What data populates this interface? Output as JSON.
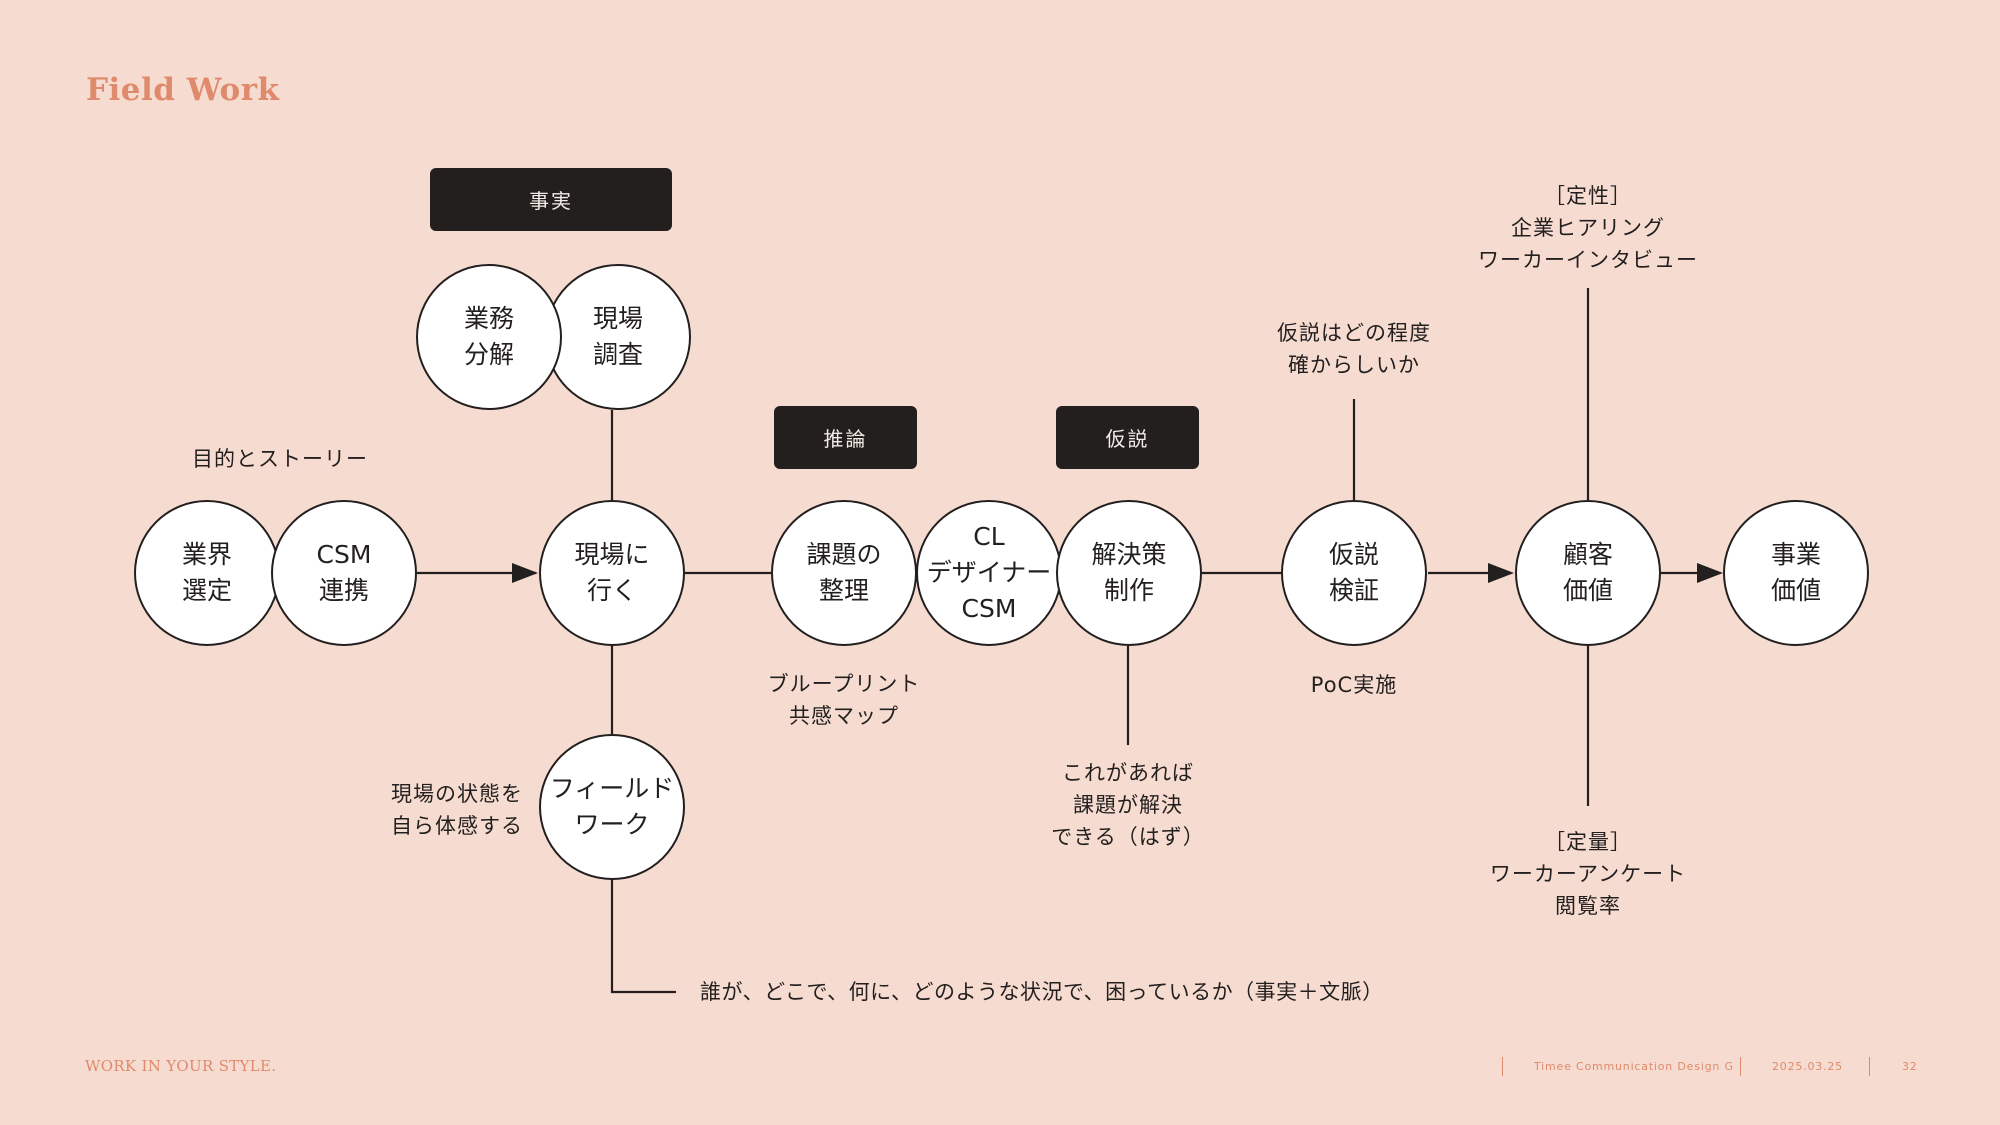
{
  "title": "Field Work",
  "colors": {
    "background": "#f6dcd0",
    "accent": "#df8a6c",
    "ink": "#231f1f",
    "node_fill": "#ffffff"
  },
  "tags": {
    "fact": "事実",
    "inference": "推論",
    "hypothesis": "仮説"
  },
  "nodes": {
    "industry": "業界\n選定",
    "csm": "CSM\n連携",
    "go_site": "現場に\n行く",
    "business": "業務\n分解",
    "survey": "現場\n調査",
    "fieldwork": "フィールド\nワーク",
    "issues": "課題の\n整理",
    "team": "CL\nデザイナー\nCSM",
    "solution": "解決策\n制作",
    "verify": "仮説\n検証",
    "customer_value": "顧客\n価値",
    "business_value": "事業\n価値"
  },
  "notes": {
    "purpose": "目的とストーリー",
    "experience": "現場の状態を\n自ら体感する",
    "context": "誰が、どこで、何に、どのような状況で、困っているか（事実＋文脈）",
    "blueprint": "ブループリント\n共感マップ",
    "if_this": "これがあれば\n課題が解決\nできる（はず）",
    "how_certain": "仮説はどの程度\n確からしいか",
    "poc": "PoC実施",
    "qualitative": "［定性］\n企業ヒアリング\nワーカーインタビュー",
    "quantitative": "［定量］\nワーカーアンケート\n閲覧率"
  },
  "footer": {
    "tagline": "WORK IN YOUR STYLE.",
    "team": "Timee Communication Design G",
    "date": "2025.03.25",
    "page": "32"
  }
}
